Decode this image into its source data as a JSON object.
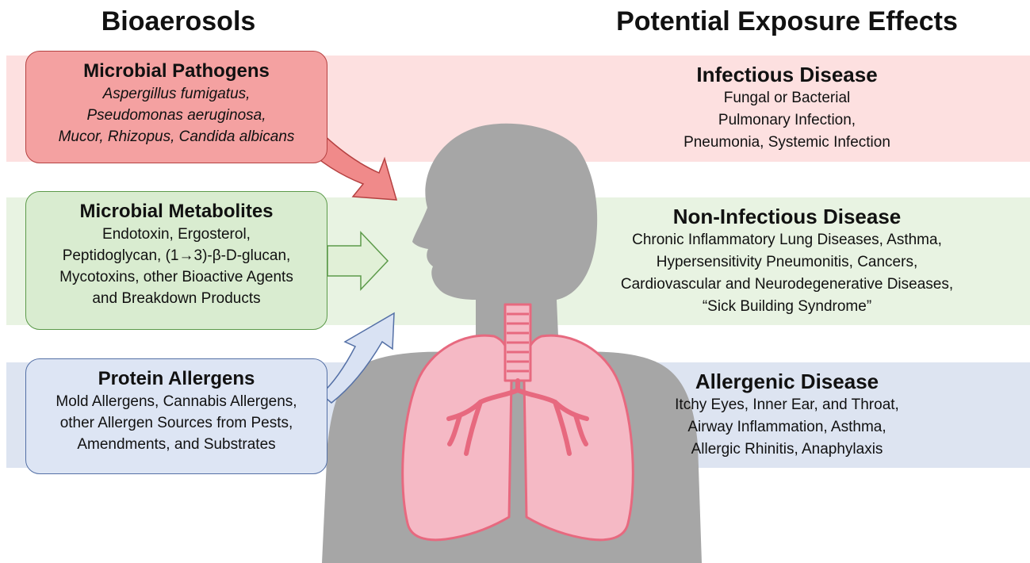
{
  "headings": {
    "left": "Bioaerosols",
    "right": "Potential Exposure Effects"
  },
  "bioaerosols": [
    {
      "title": "Microbial Pathogens",
      "lines": [
        "Aspergillus fumigatus,",
        "Pseudomonas aeruginosa,",
        "Mucor, Rhizopus, Candida albicans"
      ]
    },
    {
      "title": "Microbial Metabolites",
      "lines": [
        "Endotoxin, Ergosterol,",
        "Peptidoglycan, (1→3)-β-D-glucan,",
        "Mycotoxins, other Bioactive Agents",
        "and Breakdown Products"
      ]
    },
    {
      "title": "Protein Allergens",
      "lines": [
        "Mold Allergens, Cannabis Allergens,",
        "other Allergen Sources from Pests,",
        "Amendments, and Substrates"
      ]
    }
  ],
  "effects": [
    {
      "title": "Infectious Disease",
      "lines": [
        "Fungal or Bacterial",
        "Pulmonary Infection,",
        "Pneumonia, Systemic Infection"
      ]
    },
    {
      "title": "Non-Infectious Disease",
      "lines": [
        "Chronic Inflammatory Lung Diseases, Asthma,",
        "Hypersensitivity Pneumonitis, Cancers,",
        "Cardiovascular and Neurodegenerative Diseases,",
        "“Sick Building Syndrome”"
      ]
    },
    {
      "title": "Allergenic Disease",
      "lines": [
        "Itchy Eyes, Inner Ear, and Throat,",
        "Airway Inflammation, Asthma,",
        "Allergic Rhinitis, Anaphylaxis"
      ]
    }
  ],
  "colors": {
    "pathogen_fill": "#f4a1a1",
    "metabolite_fill": "#d9ecd0",
    "allergen_fill": "#dde5f4",
    "silhouette": "#a6a6a6",
    "lung_fill": "#f5b9c5",
    "lung_stroke": "#e7697f"
  }
}
